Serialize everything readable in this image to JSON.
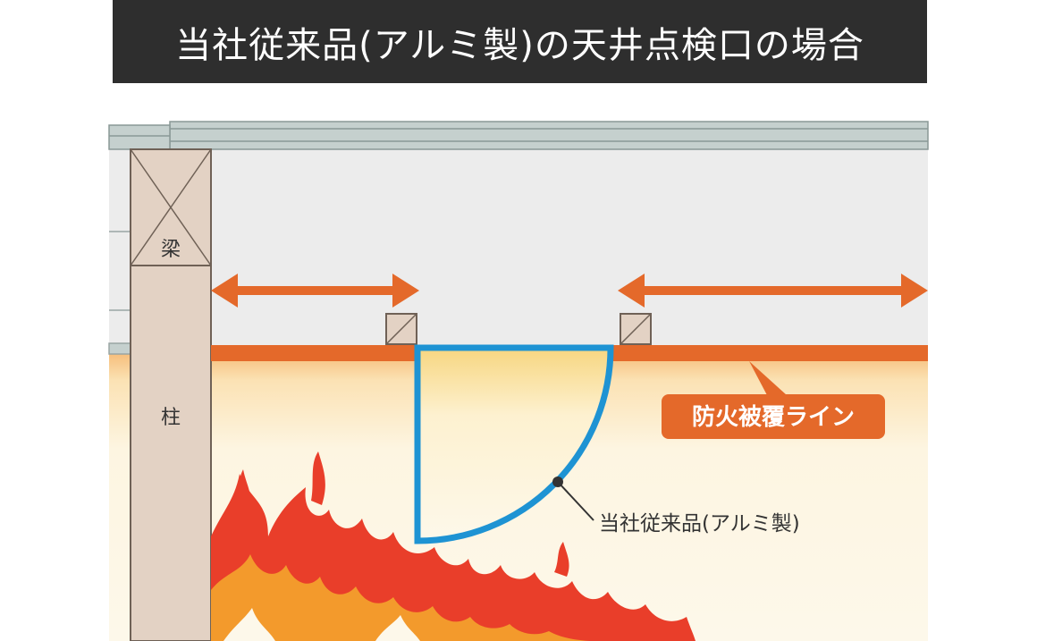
{
  "title": "当社従来品(アルミ製)の天井点検口の場合",
  "labels": {
    "beam": "梁",
    "column": "柱",
    "fire_line": "防火被覆ライン",
    "product": "当社従来品(アルミ製)"
  },
  "colors": {
    "title_bg": "#2e2e2e",
    "arrow": "#e4692a",
    "fire_line": "#e4692a",
    "hatch_blue": "#1e93d3",
    "column_fill": "#e3d2c4",
    "deck": "#c2cdcb",
    "ceiling_space": "#ececec",
    "room": "#fdf8e8",
    "flame_outer": "#e93e2a",
    "flame_inner": "#f39a2c"
  }
}
